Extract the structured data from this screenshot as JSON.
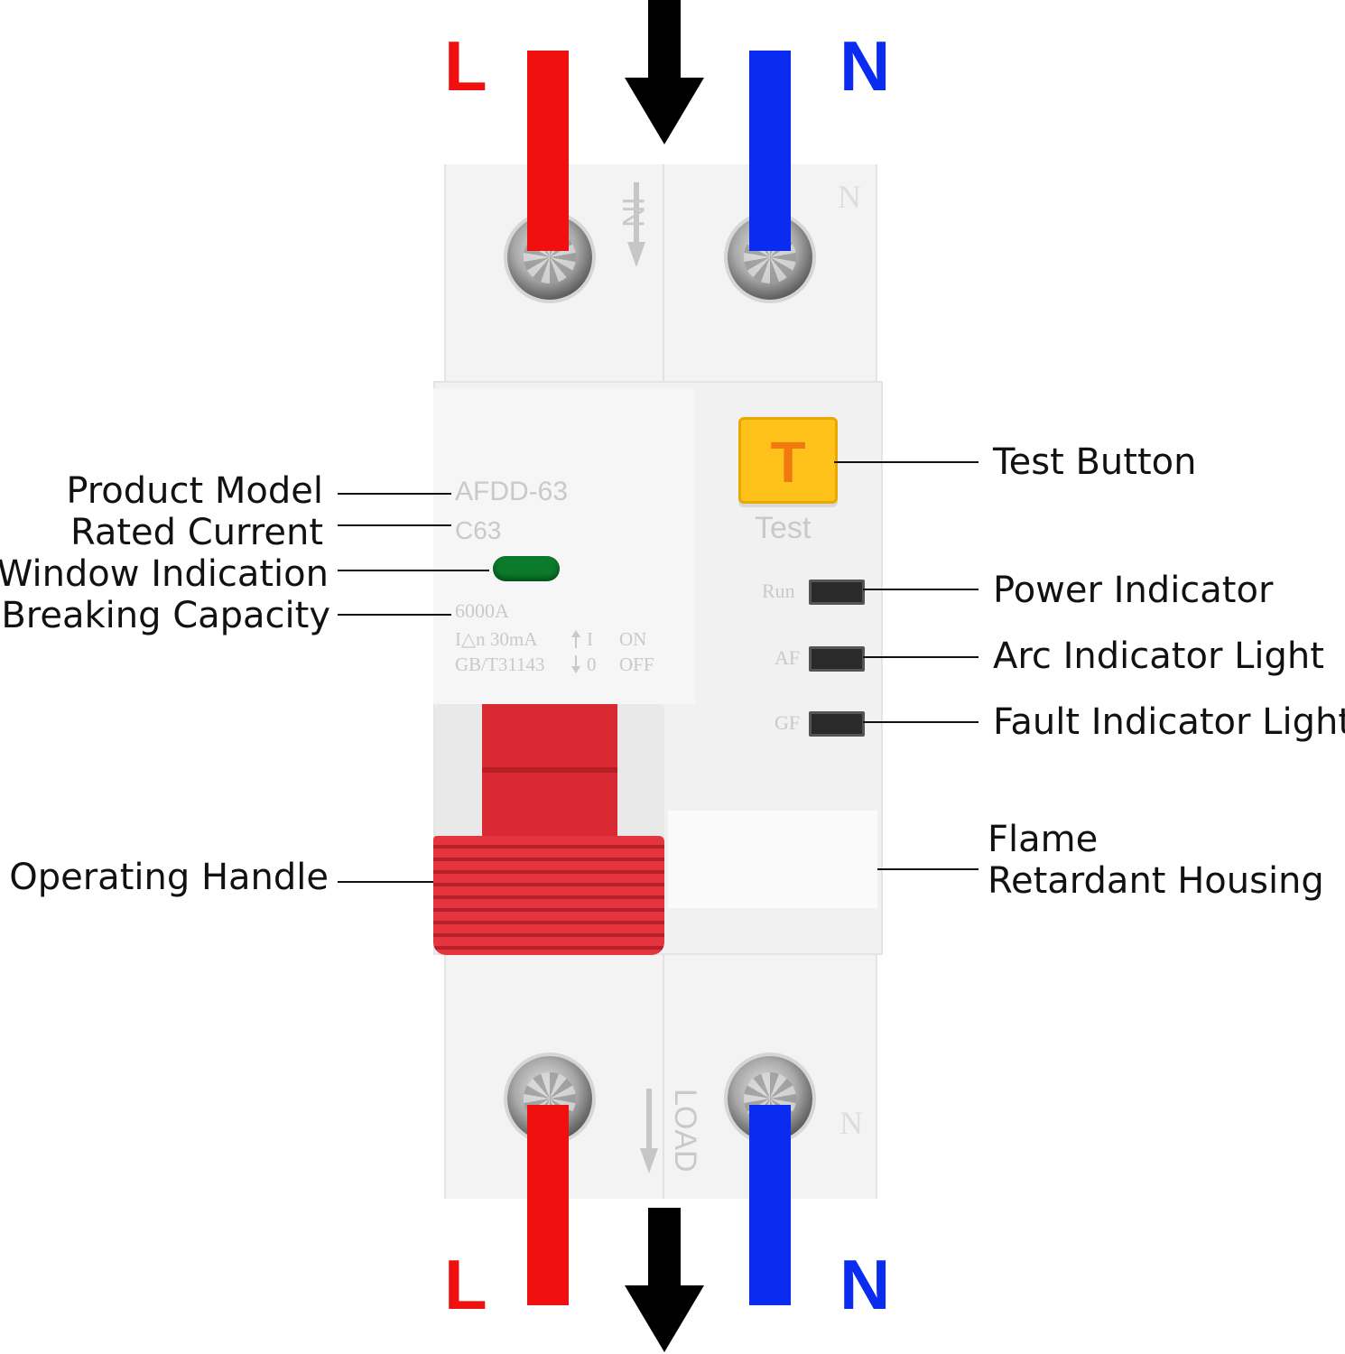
{
  "terminals": {
    "top_left": "L",
    "top_right": "N",
    "bottom_left": "L",
    "bottom_right": "N"
  },
  "device": {
    "in_label": "IN",
    "load_label": "LOAD",
    "n_mark_top": "N",
    "n_mark_bottom": "N",
    "model": "AFDD-63",
    "rating": "C63",
    "breaking": "6000A",
    "spec_line1_a": "I△n 30mA",
    "spec_line1_b": "I",
    "spec_line1_c": "ON",
    "spec_line2_a": "GB/T31143",
    "spec_line2_b": "0",
    "spec_line2_c": "OFF",
    "test_key": "T",
    "test_text": "Test",
    "run_text": "Run",
    "af_text": "AF",
    "gf_text": "GF"
  },
  "callouts": {
    "product_model": "Product Model",
    "rated_current": "Rated Current",
    "window_indication": "Window Indication",
    "breaking_capacity": "Breaking Capacity",
    "operating_handle": "Operating Handle",
    "test_button": "Test Button",
    "power_indicator": "Power Indicator",
    "arc_indicator": "Arc Indicator Light",
    "fault_indicator": "Fault Indicator Light",
    "flame_line1": "Flame",
    "flame_line2": "Retardant Housing"
  },
  "colors": {
    "live": "#f01010",
    "neutral": "#0a2cf0",
    "handle": "#e0303a",
    "test_button": "#ffc21a",
    "window": "#0b7a2a"
  }
}
